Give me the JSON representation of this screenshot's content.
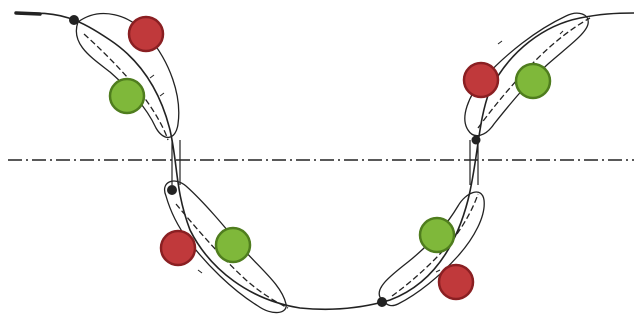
{
  "colors": {
    "background": "#ffffff",
    "ink": "#222222",
    "red_marker": "#c0393b",
    "red_marker_rim": "#8a1f22",
    "green_marker": "#7fb83a",
    "green_marker_rim": "#4f7d1e"
  },
  "diagram": {
    "centerline_style": "dash-dot",
    "marker_kinds": [
      "red",
      "green"
    ]
  }
}
